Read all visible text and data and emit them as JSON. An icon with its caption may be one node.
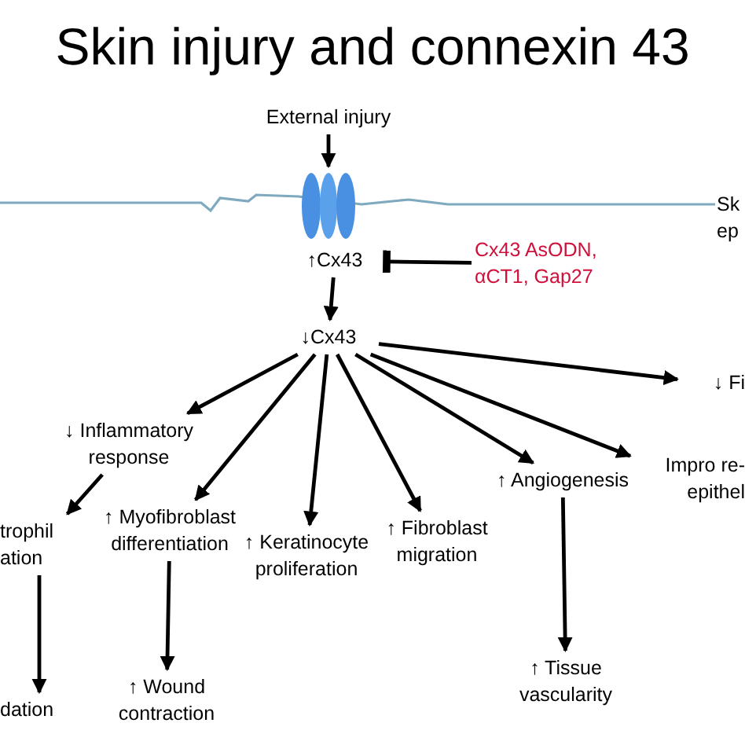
{
  "diagram": {
    "title": "Skin injury and connexin 43",
    "nodes": [
      {
        "text": [
          "External injury"
        ]
      },
      {
        "text": [],
        "shape": "picture"
      },
      {
        "text": [
          "↑Cx43"
        ]
      },
      {
        "text": [
          "Cx43 AsODN, αCT1, Gap27"
        ]
      },
      {
        "text": [
          "↓Cx43"
        ]
      },
      {
        "text": [
          "↓ Fi"
        ]
      },
      {
        "text": [
          "↓ Inflammatory response"
        ]
      },
      {
        "text": [
          "Impro re-epithel"
        ]
      },
      {
        "text": [
          "↑ Myofibroblast differentiation"
        ]
      },
      {
        "text": [
          "↑ Keratinocyte proliferation"
        ]
      },
      {
        "text": [
          "↑ Fibroblast migration"
        ]
      },
      {
        "text": [
          "↑ Angiogenesis"
        ]
      },
      {
        "text": [
          "trophil ation"
        ]
      },
      {
        "text": [
          "dation"
        ]
      },
      {
        "text": [
          "↑ Wound contraction"
        ]
      },
      {
        "text": [
          "↑ Tissue vascularity"
        ]
      }
    ],
    "edges": [
      {
        "from": 0,
        "to": 1,
        "arrow": "to"
      },
      {
        "from": 3,
        "to": 2,
        "arrow": "other"
      },
      {
        "from": 2,
        "to": 4,
        "arrow": "to"
      },
      {
        "from": 4,
        "to": 5,
        "arrow": "to"
      },
      {
        "from": 4,
        "to": 6,
        "arrow": "to"
      },
      {
        "from": 4,
        "to": 7,
        "arrow": "to"
      },
      {
        "from": 4,
        "to": 8,
        "arrow": "to"
      },
      {
        "from": 4,
        "to": 9,
        "arrow": "to"
      },
      {
        "from": 4,
        "to": 10,
        "arrow": "to"
      },
      {
        "from": 4,
        "to": 11,
        "arrow": "to"
      },
      {
        "from": 6,
        "to": 12,
        "arrow": "to"
      },
      {
        "from": 12,
        "to": 13,
        "arrow": "to"
      },
      {
        "from": 8,
        "to": 14,
        "arrow": "to"
      },
      {
        "from": 11,
        "to": 15,
        "arrow": "to"
      }
    ],
    "labels": [
      "Sk ep"
    ]
  }
}
